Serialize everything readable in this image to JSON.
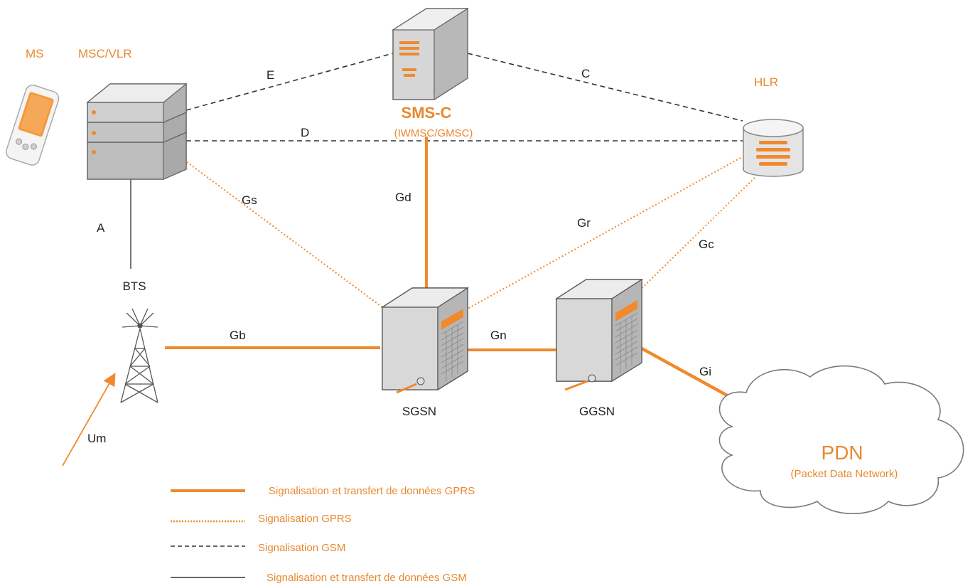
{
  "nodes": {
    "ms": {
      "label": "MS"
    },
    "msc_vlr": {
      "label": "MSC/VLR"
    },
    "sms_c": {
      "label": "SMS-C",
      "sublabel": "(IWMSC/GMSC)"
    },
    "hlr": {
      "label": "HLR"
    },
    "bts": {
      "label": "BTS"
    },
    "sgsn": {
      "label": "SGSN"
    },
    "ggsn": {
      "label": "GGSN"
    },
    "pdn": {
      "label": "PDN",
      "sublabel": "(Packet Data Network)"
    }
  },
  "interfaces": {
    "a": "A",
    "c": "C",
    "d": "D",
    "e": "E",
    "gb": "Gb",
    "gc": "Gc",
    "gd": "Gd",
    "gi": "Gi",
    "gn": "Gn",
    "gr": "Gr",
    "gs": "Gs",
    "um": "Um"
  },
  "legend": [
    {
      "style": "solid-orange",
      "label": "Signalisation et transfert de données GPRS"
    },
    {
      "style": "dotted-orange",
      "label": "Signalisation GPRS"
    },
    {
      "style": "dashed-black",
      "label": "Signalisation GSM"
    },
    {
      "style": "solid-black",
      "label": "Signalisation et transfert de données GSM"
    }
  ],
  "colors": {
    "orange": "#f08a2c",
    "label_orange": "#e8892f",
    "dark": "#333333",
    "gray": "#6e6e6e"
  }
}
